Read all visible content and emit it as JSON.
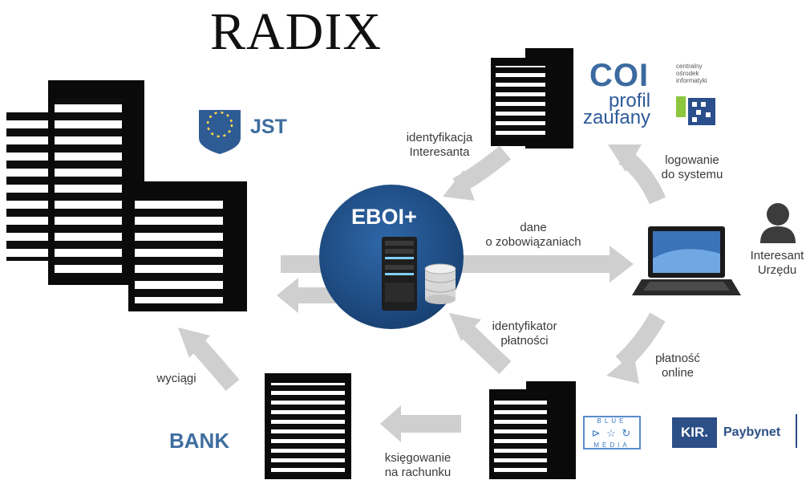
{
  "title": "RADIX",
  "nodes": {
    "jst": "JST",
    "bank": "BANK",
    "eboi": "EBOI+",
    "coi": "COI",
    "coi_sub": [
      "centralny",
      "ośrodek",
      "informatyki"
    ],
    "profil": [
      "profil",
      "zaufany"
    ],
    "interesant": [
      "Interesant",
      "Urzędu"
    ],
    "blue_media": [
      "BLUE",
      "⊳ ☆ ↻",
      "MEDIA"
    ],
    "kir": "KIR.",
    "paybynet": "Paybynet"
  },
  "edges": {
    "identyfikacja": [
      "identyfikacja",
      "Interesanta"
    ],
    "dane": [
      "dane",
      "o zobowiązaniach"
    ],
    "logowanie": [
      "logowanie",
      "do systemu"
    ],
    "identyfikator": [
      "identyfikator",
      "płatności"
    ],
    "platnosc": [
      "płatność",
      "online"
    ],
    "wyciagi": "wyciągi",
    "ksiegowanie": [
      "księgowanie",
      "na rachunku"
    ]
  },
  "colors": {
    "arrow": "#cfcfcf",
    "circle": "#1f4f86",
    "brand": "#3e6e9f",
    "dark": "#111111"
  }
}
